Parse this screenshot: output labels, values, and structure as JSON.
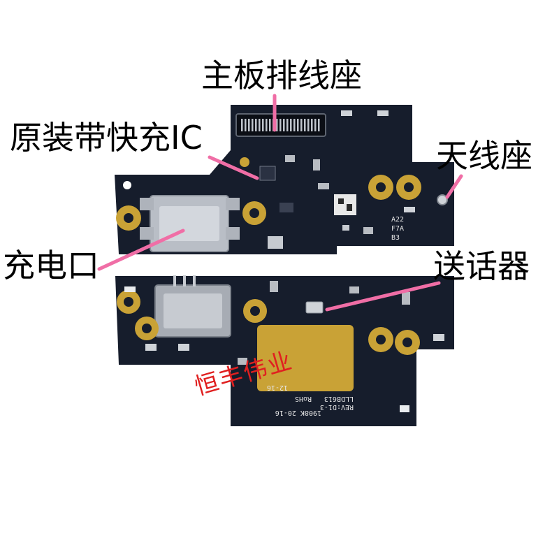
{
  "labels": {
    "main_board_connector": "主板排线座",
    "fast_charge_ic": "原装带快充IC",
    "antenna_connector": "天线座",
    "charging_port": "充电口",
    "microphone": "送话器"
  },
  "watermark": "恒丰伟业",
  "silkscreen": {
    "bottom_code": "1908K 20-16",
    "board_id": "LLDB613",
    "revision": "REV:D1-3",
    "date": "12-16",
    "rohs": "RoHS",
    "a22": "A22",
    "f7a": "F7A",
    "b3": "B3"
  },
  "colors": {
    "board": "#161d2c",
    "gold": "#c9a236",
    "callout_line": "#f06ea6",
    "watermark": "#e02020",
    "label_text": "#000000"
  }
}
